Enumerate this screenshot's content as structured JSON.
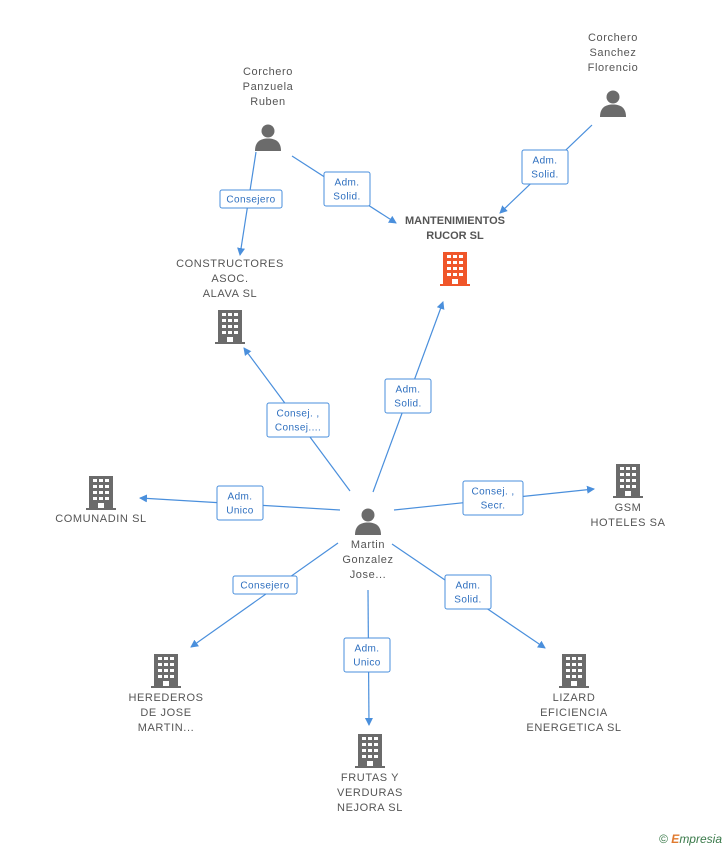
{
  "colors": {
    "edge": "#4a8fdc",
    "label_text": "#2e6fbf",
    "node_icon": "#6b6b6b",
    "main_company_icon": "#f0562a",
    "node_text": "#555555"
  },
  "nodes": [
    {
      "id": "corchero-panzuela",
      "kind": "person",
      "label": [
        "Corchero",
        "Panzuela",
        "Ruben"
      ]
    },
    {
      "id": "corchero-sanchez",
      "kind": "person",
      "label": [
        "Corchero",
        "Sanchez",
        "Florencio"
      ]
    },
    {
      "id": "mantenimientos-rucor",
      "kind": "company-main",
      "label": [
        "MANTENIMIENTOS",
        "RUCOR SL"
      ]
    },
    {
      "id": "constructores",
      "kind": "company",
      "label": [
        "CONSTRUCTORES",
        "ASOC.",
        "ALAVA SL"
      ]
    },
    {
      "id": "comunadin",
      "kind": "company",
      "label": [
        "COMUNADIN SL"
      ]
    },
    {
      "id": "martin",
      "kind": "person",
      "label": [
        "Martin",
        "Gonzalez",
        "Jose..."
      ]
    },
    {
      "id": "gsm",
      "kind": "company",
      "label": [
        "GSM",
        "HOTELES SA"
      ]
    },
    {
      "id": "herederos",
      "kind": "company",
      "label": [
        "HEREDEROS",
        "DE JOSE",
        "MARTIN..."
      ]
    },
    {
      "id": "frutas",
      "kind": "company",
      "label": [
        "FRUTAS Y",
        "VERDURAS",
        "NEJORA SL"
      ]
    },
    {
      "id": "lizard",
      "kind": "company",
      "label": [
        "LIZARD",
        "EFICIENCIA",
        "ENERGETICA SL"
      ]
    }
  ],
  "edges": [
    {
      "from": "corchero-panzuela",
      "to": "constructores",
      "label": [
        "Consejero"
      ]
    },
    {
      "from": "corchero-panzuela",
      "to": "mantenimientos-rucor",
      "label": [
        "Adm.",
        "Solid."
      ]
    },
    {
      "from": "corchero-sanchez",
      "to": "mantenimientos-rucor",
      "label": [
        "Adm.",
        "Solid."
      ]
    },
    {
      "from": "martin",
      "to": "mantenimientos-rucor",
      "label": [
        "Adm.",
        "Solid."
      ]
    },
    {
      "from": "martin",
      "to": "constructores",
      "label": [
        "Consej. ,",
        "Consej...."
      ]
    },
    {
      "from": "martin",
      "to": "comunadin",
      "label": [
        "Adm.",
        "Unico"
      ]
    },
    {
      "from": "martin",
      "to": "gsm",
      "label": [
        "Consej. ,",
        "Secr."
      ]
    },
    {
      "from": "martin",
      "to": "herederos",
      "label": [
        "Consejero"
      ]
    },
    {
      "from": "martin",
      "to": "frutas",
      "label": [
        "Adm.",
        "Unico"
      ]
    },
    {
      "from": "martin",
      "to": "lizard",
      "label": [
        "Adm.",
        "Solid."
      ]
    }
  ],
  "footer": {
    "copyright": "©",
    "brand_initial": "E",
    "brand_rest": "mpresia"
  }
}
